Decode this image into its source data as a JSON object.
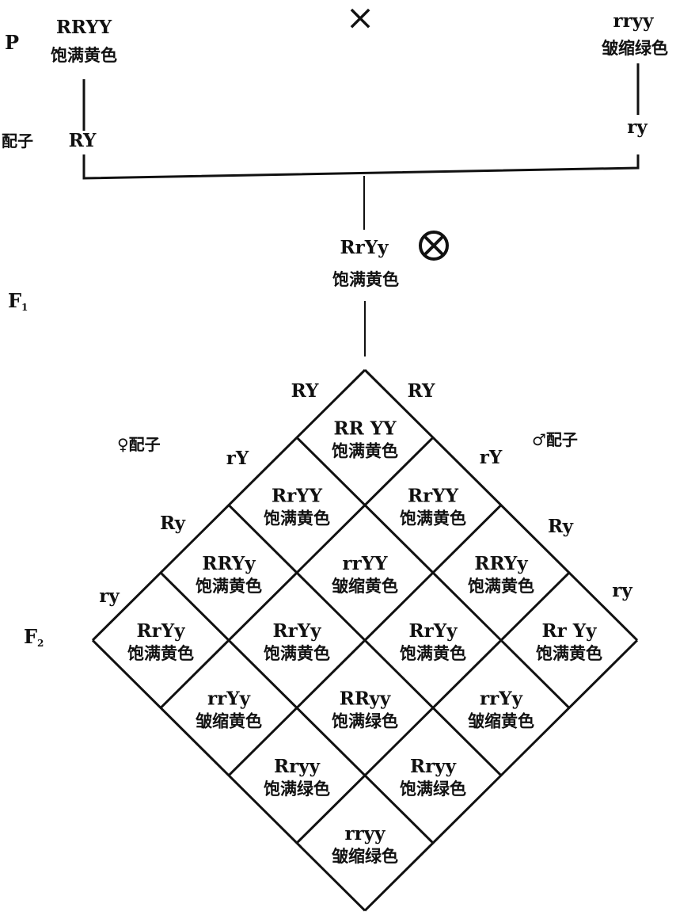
{
  "generations": {
    "p": "P",
    "f1": "F",
    "f1_sub": "1",
    "f2": "F",
    "f2_sub": "2"
  },
  "gamete_label": "配子",
  "parent1": {
    "genotype": "RRYY",
    "phenotype": "饱满黄色",
    "gamete": "RY"
  },
  "parent2": {
    "genotype": "rryy",
    "phenotype": "皱缩绿色",
    "gamete": "ry"
  },
  "cross_symbol": "×",
  "f1": {
    "genotype": "RrYy",
    "phenotype": "饱满黄色",
    "selfing_symbol": "⊗"
  },
  "punnett": {
    "female_label": "♀配子",
    "male_label": "♂配子",
    "female_gametes": [
      "RY",
      "rY",
      "Ry",
      "ry"
    ],
    "male_gametes": [
      "RY",
      "rY",
      "Ry",
      "ry"
    ],
    "cells": [
      [
        {
          "g": "RR YY",
          "p": "饱满黄色"
        },
        {
          "g": "RrYY",
          "p": "饱满黄色"
        },
        {
          "g": "RRYy",
          "p": "饱满黄色"
        },
        {
          "g": "Rr Yy",
          "p": "饱满黄色"
        }
      ],
      [
        {
          "g": "RrYY",
          "p": "饱满黄色"
        },
        {
          "g": "rrYY",
          "p": "皱缩黄色"
        },
        {
          "g": "RrYy",
          "p": "饱满黄色"
        },
        {
          "g": "rrYy",
          "p": "皱缩黄色"
        }
      ],
      [
        {
          "g": "RRYy",
          "p": "饱满黄色"
        },
        {
          "g": "RrYy",
          "p": "饱满黄色"
        },
        {
          "g": "RRyy",
          "p": "饱满绿色"
        },
        {
          "g": "Rryy",
          "p": "饱满绿色"
        }
      ],
      [
        {
          "g": "RrYy",
          "p": "饱满黄色"
        },
        {
          "g": "rrYy",
          "p": "皱缩黄色"
        },
        {
          "g": "Rryy",
          "p": "饱满绿色"
        },
        {
          "g": "rryy",
          "p": "皱缩绿色"
        }
      ]
    ]
  }
}
